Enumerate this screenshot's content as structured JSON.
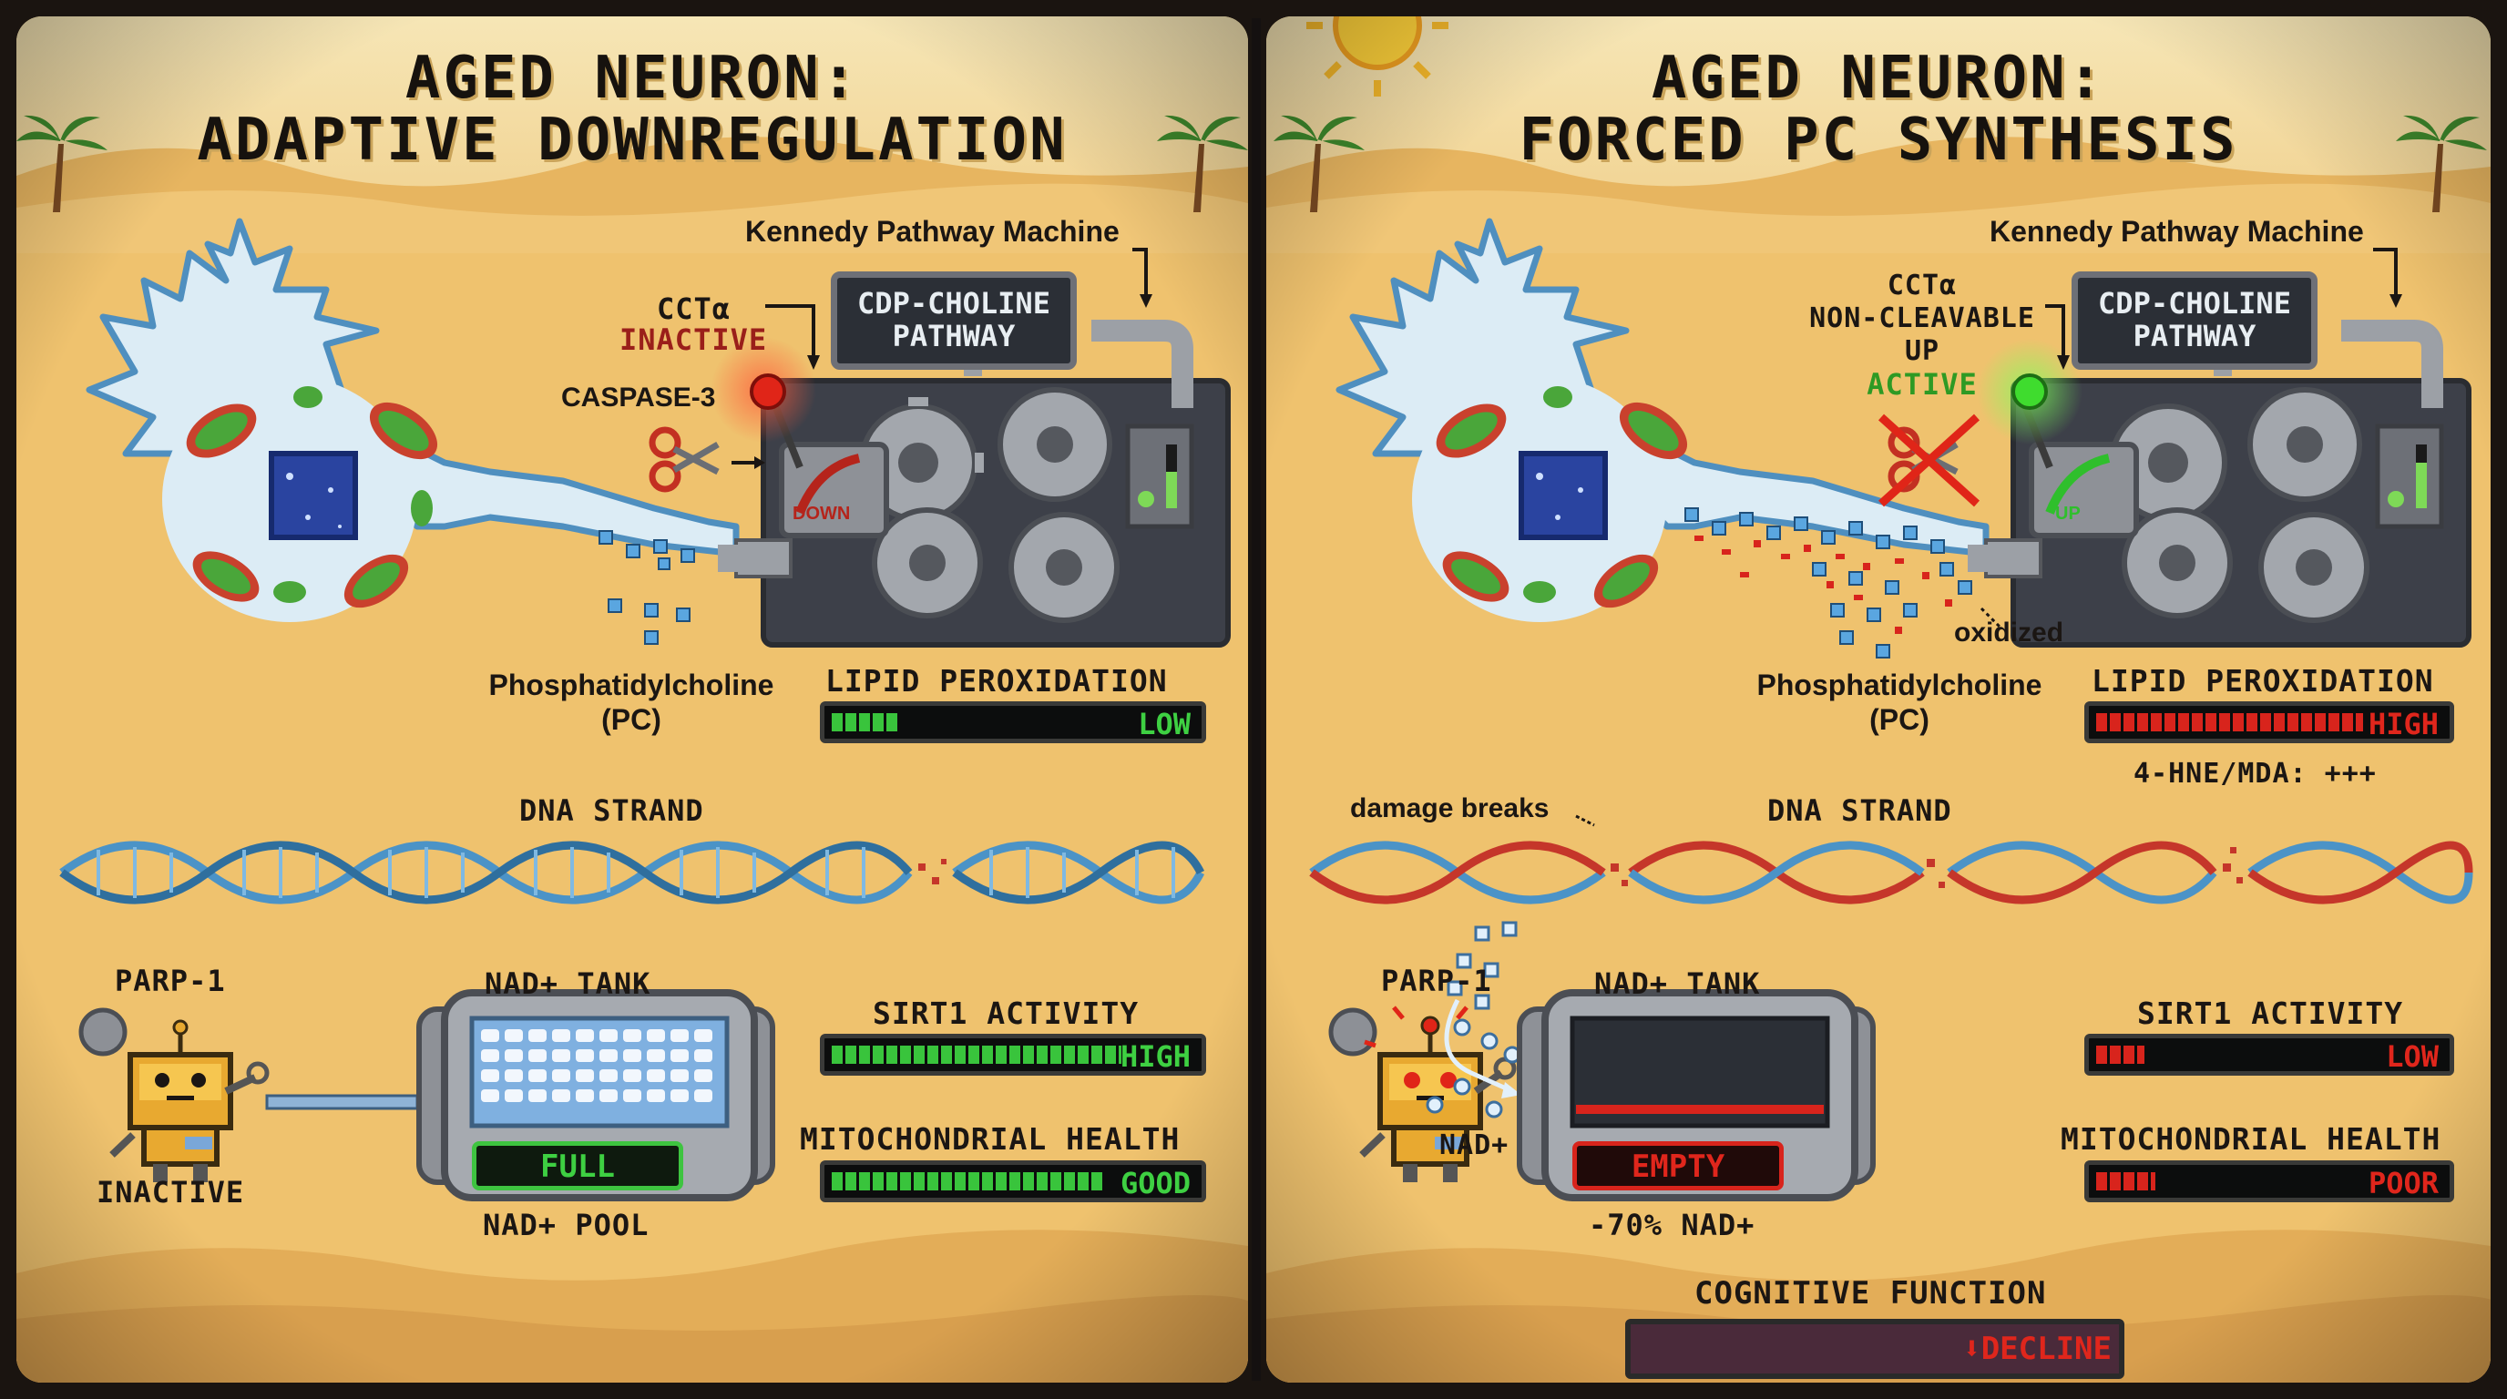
{
  "left": {
    "title_line1": "AGED NEURON:",
    "title_line2": "ADAPTIVE DOWNREGULATION",
    "kennedy_label": "Kennedy Pathway Machine",
    "machine_screen_line1": "CDP-CHOLINE",
    "machine_screen_line2": "PATHWAY",
    "cct_label": "CCTα",
    "cct_state": "INACTIVE",
    "caspase_label": "CASPASE-3",
    "gauge_label": "DOWN",
    "pc_label_line1": "Phosphatidylcholine",
    "pc_label_line2": "(PC)",
    "lipid_label": "LIPID PEROXIDATION",
    "lipid_value": "LOW",
    "lipid_level": 0.18,
    "dna_label": "DNA STRAND",
    "parp_label": "PARP-1",
    "parp_state": "INACTIVE",
    "nad_tank_label": "NAD+ TANK",
    "nad_tank_state": "FULL",
    "nad_pool_label": "NAD+ POOL",
    "sirt1_label": "SIRT1 ACTIVITY",
    "sirt1_value": "HIGH",
    "sirt1_level": 0.8,
    "mito_label": "MITOCHONDRIAL HEALTH",
    "mito_value": "GOOD",
    "mito_level": 0.75
  },
  "right": {
    "title_line1": "AGED NEURON:",
    "title_line2": "FORCED PC SYNTHESIS",
    "kennedy_label": "Kennedy Pathway Machine",
    "machine_screen_line1": "CDP-CHOLINE",
    "machine_screen_line2": "PATHWAY",
    "cct_label": "CCTα",
    "cct_modifier_line1": "NON-CLEAVABLE",
    "cct_modifier_line2": "UP",
    "cct_state": "ACTIVE",
    "gauge_label": "UP",
    "oxidized_label": "oxidized",
    "pc_label_line1": "Phosphatidylcholine",
    "pc_label_line2": "(PC)",
    "lipid_label": "LIPID PEROXIDATION",
    "lipid_value": "HIGH",
    "lipid_level": 0.77,
    "lipid_note": "4-HNE/MDA: +++",
    "damage_label": "damage breaks",
    "dna_label": "DNA STRAND",
    "parp_label": "PARP-1",
    "nad_flow_label": "NAD+",
    "nad_tank_label": "NAD+ TANK",
    "nad_tank_state": "EMPTY",
    "nad_drop_label": "-70% NAD+",
    "sirt1_label": "SIRT1 ACTIVITY",
    "sirt1_value": "LOW",
    "sirt1_level": 0.14,
    "mito_label": "MITOCHONDRIAL HEALTH",
    "mito_value": "POOR",
    "mito_level": 0.17,
    "cognitive_label": "COGNITIVE FUNCTION",
    "cognitive_value": "DECLINE"
  },
  "colors": {
    "sand": "#efc06a",
    "sand_light": "#f6d892",
    "sky": "#f4e3b0",
    "meter_green": "#39c43c",
    "meter_red": "#d8241c",
    "cct_inactive": "#9a1f1a",
    "cct_active": "#2e9a24",
    "neuron": "#dcecf5",
    "neuron_outline": "#4f8fbf",
    "dna_blue": "#4b93c7",
    "dna_red": "#c5362a"
  }
}
